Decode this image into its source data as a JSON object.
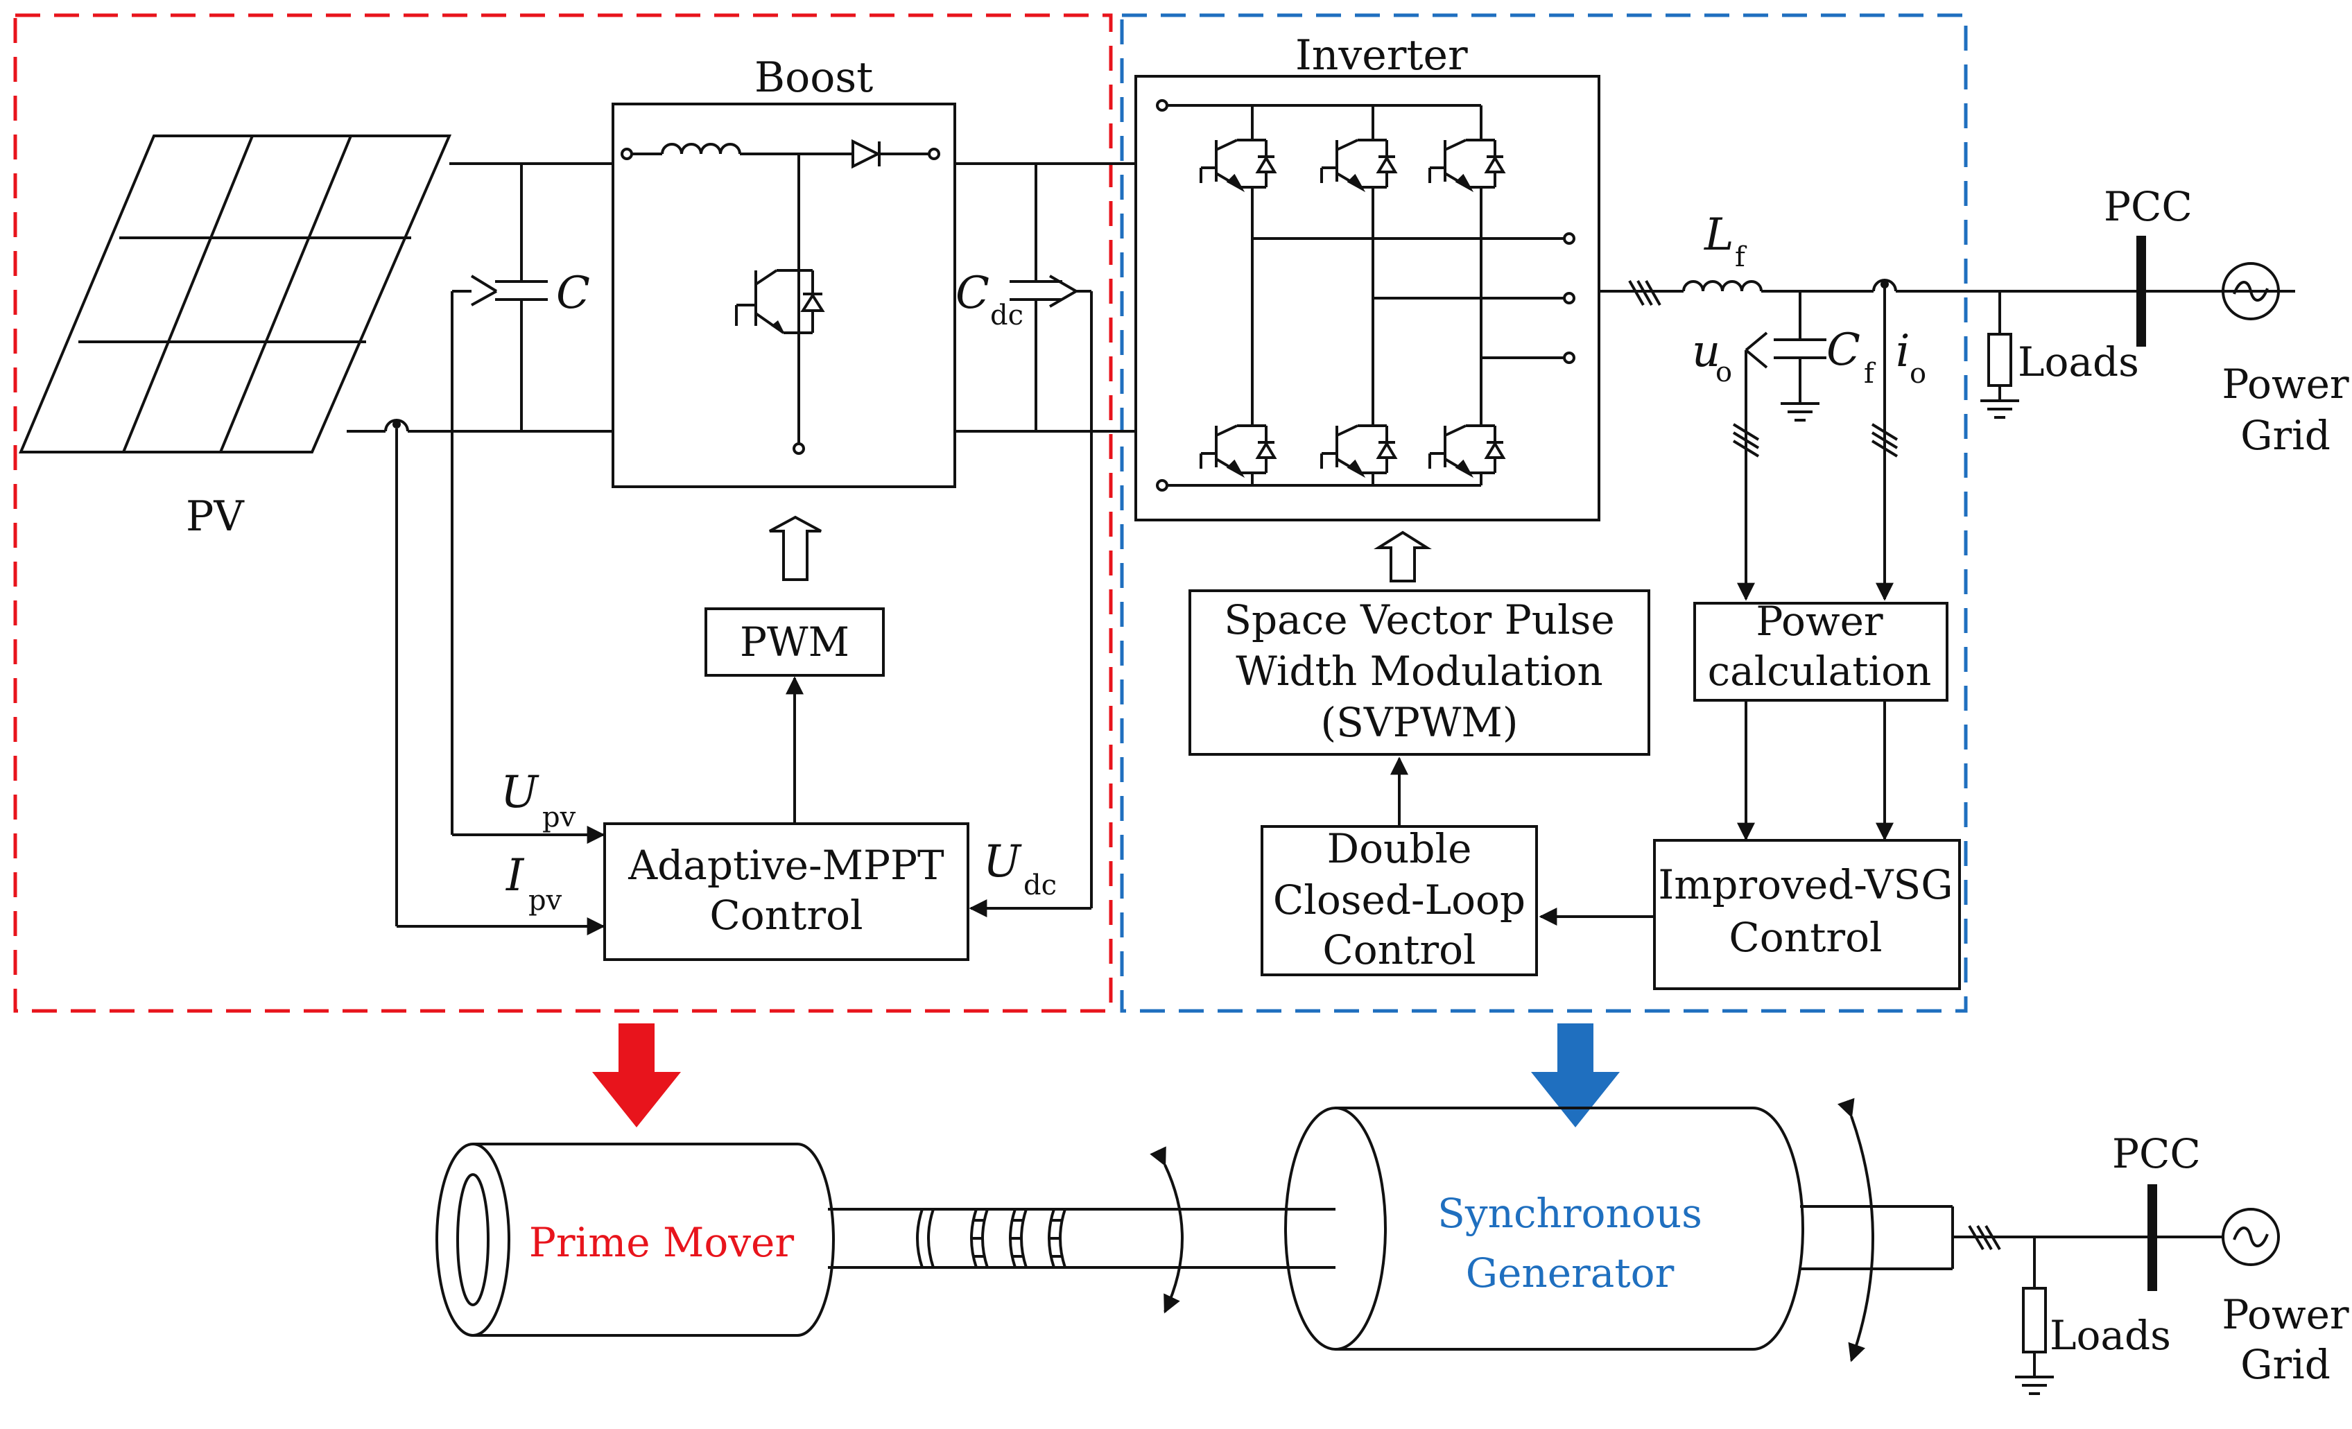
{
  "labels": {
    "boost": "Boost",
    "inverter": "Inverter",
    "pv": "PV",
    "pwm": "PWM",
    "mppt_l1": "Adaptive-MPPT",
    "mppt_l2": "Control",
    "svpwm_l1": "Space Vector Pulse",
    "svpwm_l2": "Width Modulation",
    "svpwm_l3": "(SVPWM)",
    "power_l1": "Power",
    "power_l2": "calculation",
    "dcl_l1": "Double",
    "dcl_l2": "Closed-Loop",
    "dcl_l3": "Control",
    "vsg_l1": "Improved-VSG",
    "vsg_l2": "Control",
    "pcc": "PCC",
    "loads": "Loads",
    "grid_l1": "Power",
    "grid_l2": "Grid",
    "prime_mover": "Prime Mover",
    "sg_l1": "Synchronous",
    "sg_l2": "Generator",
    "c": "C",
    "cdc": "C",
    "cdc_sub": "dc",
    "upv": "U",
    "upv_sub": "pv",
    "ipv": "I",
    "ipv_sub": "pv",
    "udc": "U",
    "udc_sub": "dc",
    "lf": "L",
    "lf_sub": "f",
    "cf": "C",
    "cf_sub": "f",
    "uo": "u",
    "uo_sub": "o",
    "io": "i",
    "io_sub": "o"
  },
  "colors": {
    "pv_region": "#e8141c",
    "inverter_region": "#1f6fbf",
    "prime_mover_text": "#e8141c",
    "generator_text": "#1f6fbf",
    "line": "#111111"
  }
}
